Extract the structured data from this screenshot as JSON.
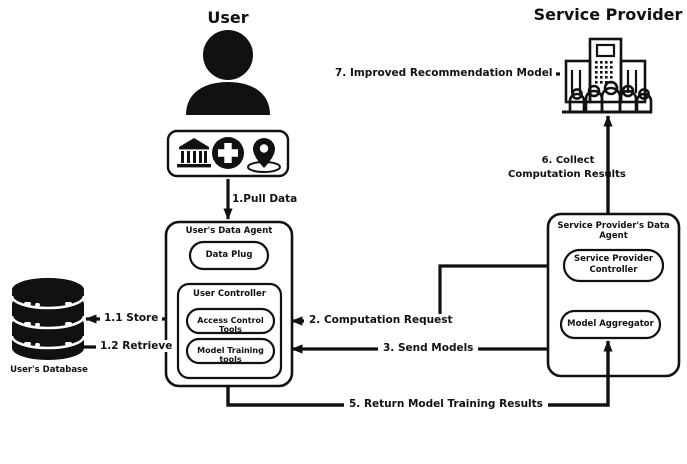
{
  "diagram": {
    "title_user": "User",
    "title_service_provider": "Service Provider",
    "db_caption": "User's Database",
    "user_agent": {
      "title": "User's Data Agent",
      "data_plug": "Data Plug",
      "user_controller": "User Controller",
      "access_control_tools": "Access Control Tools",
      "model_training_tools": "Model Training tools"
    },
    "sp_agent": {
      "title": "Service Provider's Data Agent",
      "controller_line1": "Service Provider",
      "controller_line2": "Controller",
      "model_aggregator": "Model Aggregator"
    },
    "icons": {
      "bank": "bank-icon",
      "medical": "medical-cross-icon",
      "location": "location-pin-icon",
      "user": "user-person-icon",
      "database": "database-cylinder-icon",
      "building": "office-building-people-icon"
    },
    "flows": [
      {
        "id": "f1",
        "label": "1.Pull Data"
      },
      {
        "id": "f11",
        "label": "1.1 Store"
      },
      {
        "id": "f12",
        "label": "1.2 Retrieve"
      },
      {
        "id": "f2",
        "label": "2. Computation Request"
      },
      {
        "id": "f3",
        "label": "3. Send Models"
      },
      {
        "id": "f5",
        "label": "5. Return Model Training Results"
      },
      {
        "id": "f6l1",
        "label": "6. Collect"
      },
      {
        "id": "f6l2",
        "label": "Computation Results"
      },
      {
        "id": "f7",
        "label": "7. Improved Recommendation Model"
      }
    ],
    "colors": {
      "ink": "#111111",
      "paper": "#ffffff"
    }
  }
}
